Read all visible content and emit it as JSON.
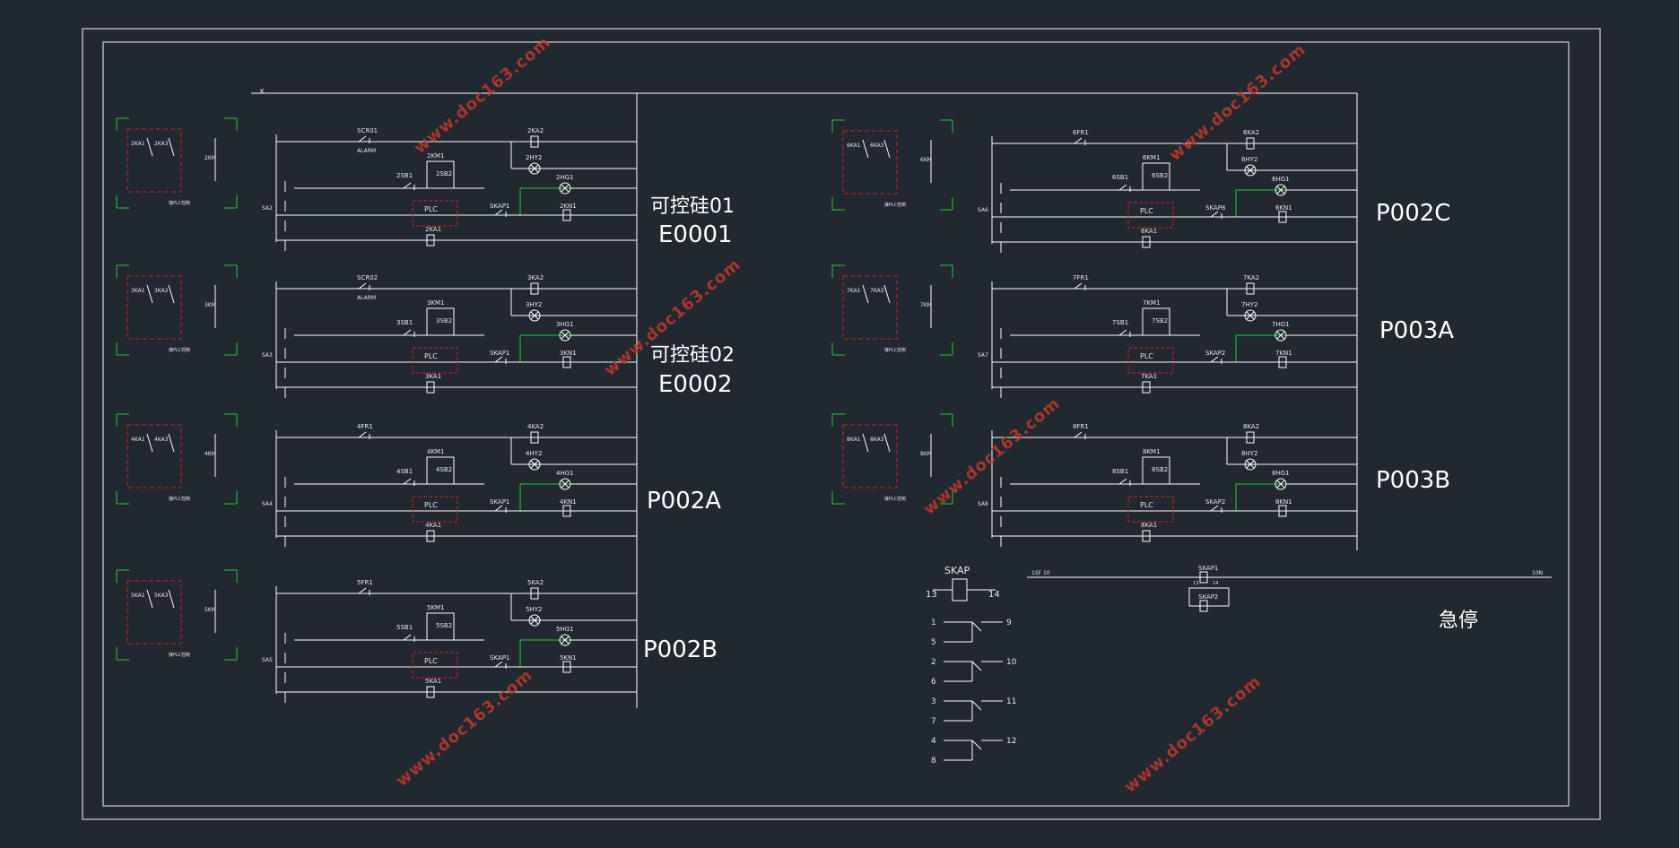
{
  "colors": {
    "background": "#212830",
    "line": "#ffffff",
    "plc_box": "#cc2222",
    "bracket": "#22cc33",
    "watermark": "#c0392b"
  },
  "watermark_text": "www.doc163.com",
  "big_labels": {
    "scr01": "可控硅01",
    "e0001": "E0001",
    "scr02": "可控硅02",
    "e0002": "E0002",
    "p002a": "P002A",
    "p002b": "P002B",
    "p002c": "P002C",
    "p003a": "P003A",
    "p003b": "P003B",
    "estop": "急停"
  },
  "bus_top_label": "K",
  "small_text": {
    "plc": "PLC",
    "alarm": "ALARM",
    "side_caption": "接PLC控制"
  },
  "circuits": [
    {
      "id": "c2",
      "top_left": "SCR01",
      "ka2": "2KA2",
      "hy2": "2HY2",
      "km1": "2KM1",
      "sb1": "2SB1",
      "sb2": "2SB2",
      "hg1": "2HG1",
      "kn1": "2KN1",
      "ka1": "2KA1",
      "skap": "SKAP1",
      "sa": "SA2",
      "relay1": "2KA1",
      "relay2": "2KA3",
      "small": "2KM"
    },
    {
      "id": "c3",
      "top_left": "SCR02",
      "ka2": "3KA2",
      "hy2": "3HY2",
      "km1": "3KM1",
      "sb1": "3SB1",
      "sb2": "3SB2",
      "hg1": "3HG1",
      "kn1": "3KN1",
      "ka1": "3KA1",
      "skap": "SKAP1",
      "sa": "SA3",
      "relay1": "3KA1",
      "relay2": "3KA2",
      "small": "3KM"
    },
    {
      "id": "c4",
      "top_left": "4FR1",
      "ka2": "4KA2",
      "hy2": "4HY2",
      "km1": "4KM1",
      "sb1": "4SB1",
      "sb2": "4SB2",
      "hg1": "4HG1",
      "kn1": "4KN1",
      "ka1": "4KA1",
      "skap": "SKAP1",
      "sa": "SA4",
      "relay1": "4KA1",
      "relay2": "4KA3",
      "small": "4KM"
    },
    {
      "id": "c5",
      "top_left": "5FR1",
      "ka2": "5KA2",
      "hy2": "5HY2",
      "km1": "5KM1",
      "sb1": "5SB1",
      "sb2": "5SB2",
      "hg1": "5HG1",
      "kn1": "5KN1",
      "ka1": "5KA1",
      "skap": "SKAP1",
      "sa": "SA5",
      "relay1": "5KA1",
      "relay2": "5KA3",
      "small": "5KM"
    },
    {
      "id": "c6",
      "top_left": "6FR1",
      "ka2": "6KA2",
      "hy2": "6HY2",
      "km1": "6KM1",
      "sb1": "6SB1",
      "sb2": "6SB2",
      "hg1": "6HG1",
      "kn1": "6KN1",
      "ka1": "6KA1",
      "skap": "SKAP8",
      "sa": "SA6",
      "relay1": "6KA1",
      "relay2": "6KA3",
      "small": "6KM"
    },
    {
      "id": "c7",
      "top_left": "7FR1",
      "ka2": "7KA2",
      "hy2": "7HY2",
      "km1": "7KM1",
      "sb1": "7SB1",
      "sb2": "7SB2",
      "hg1": "7HG1",
      "kn1": "7KN1",
      "ka1": "7KA1",
      "skap": "SKAP2",
      "sa": "SA7",
      "relay1": "7KA1",
      "relay2": "7KA3",
      "small": "7KM"
    },
    {
      "id": "c8",
      "top_left": "8FR1",
      "ka2": "8KA2",
      "hy2": "8HY2",
      "km1": "8KM1",
      "sb1": "8SB1",
      "sb2": "8SB2",
      "hg1": "8HG1",
      "kn1": "8KN1",
      "ka1": "8KA1",
      "skap": "SKAP2",
      "sa": "SA8",
      "relay1": "8KA1",
      "relay2": "8KA3",
      "small": "8KM"
    }
  ],
  "skap_legend": {
    "title": "SKAP",
    "left": "13",
    "right": "14",
    "pairs": [
      [
        "1",
        "9"
      ],
      [
        "5",
        ""
      ],
      [
        "2",
        "10"
      ],
      [
        "6",
        ""
      ],
      [
        "3",
        "11"
      ],
      [
        "7",
        ""
      ],
      [
        "4",
        "12"
      ],
      [
        "8",
        ""
      ]
    ]
  },
  "estop_line": {
    "left": "1SF 10",
    "right": "10N",
    "r1": "SKAP1",
    "r2": "SKAP2",
    "t1": "13",
    "t2": "14"
  }
}
